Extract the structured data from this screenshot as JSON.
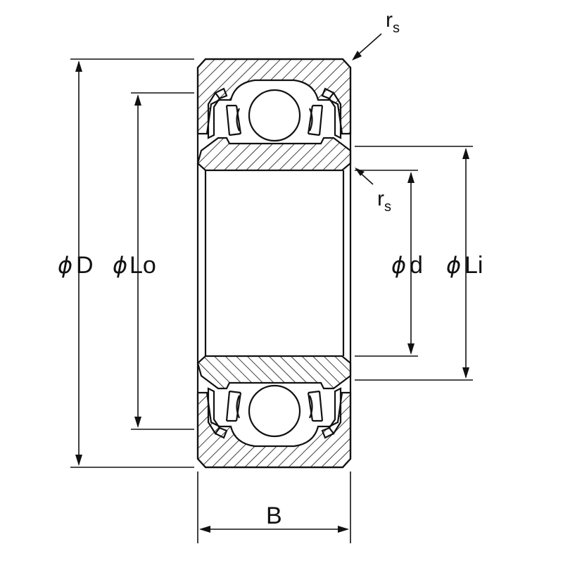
{
  "diagram": {
    "labels": {
      "outer_diameter": "D",
      "outer_land_diameter": "Lo",
      "bore_diameter": "d",
      "inner_land_diameter": "Li",
      "width": "B",
      "chamfer_main": "r",
      "chamfer_sub": "s",
      "diameter_symbol": "ϕ"
    },
    "colors": {
      "line": "#111111",
      "background": "#ffffff"
    }
  }
}
